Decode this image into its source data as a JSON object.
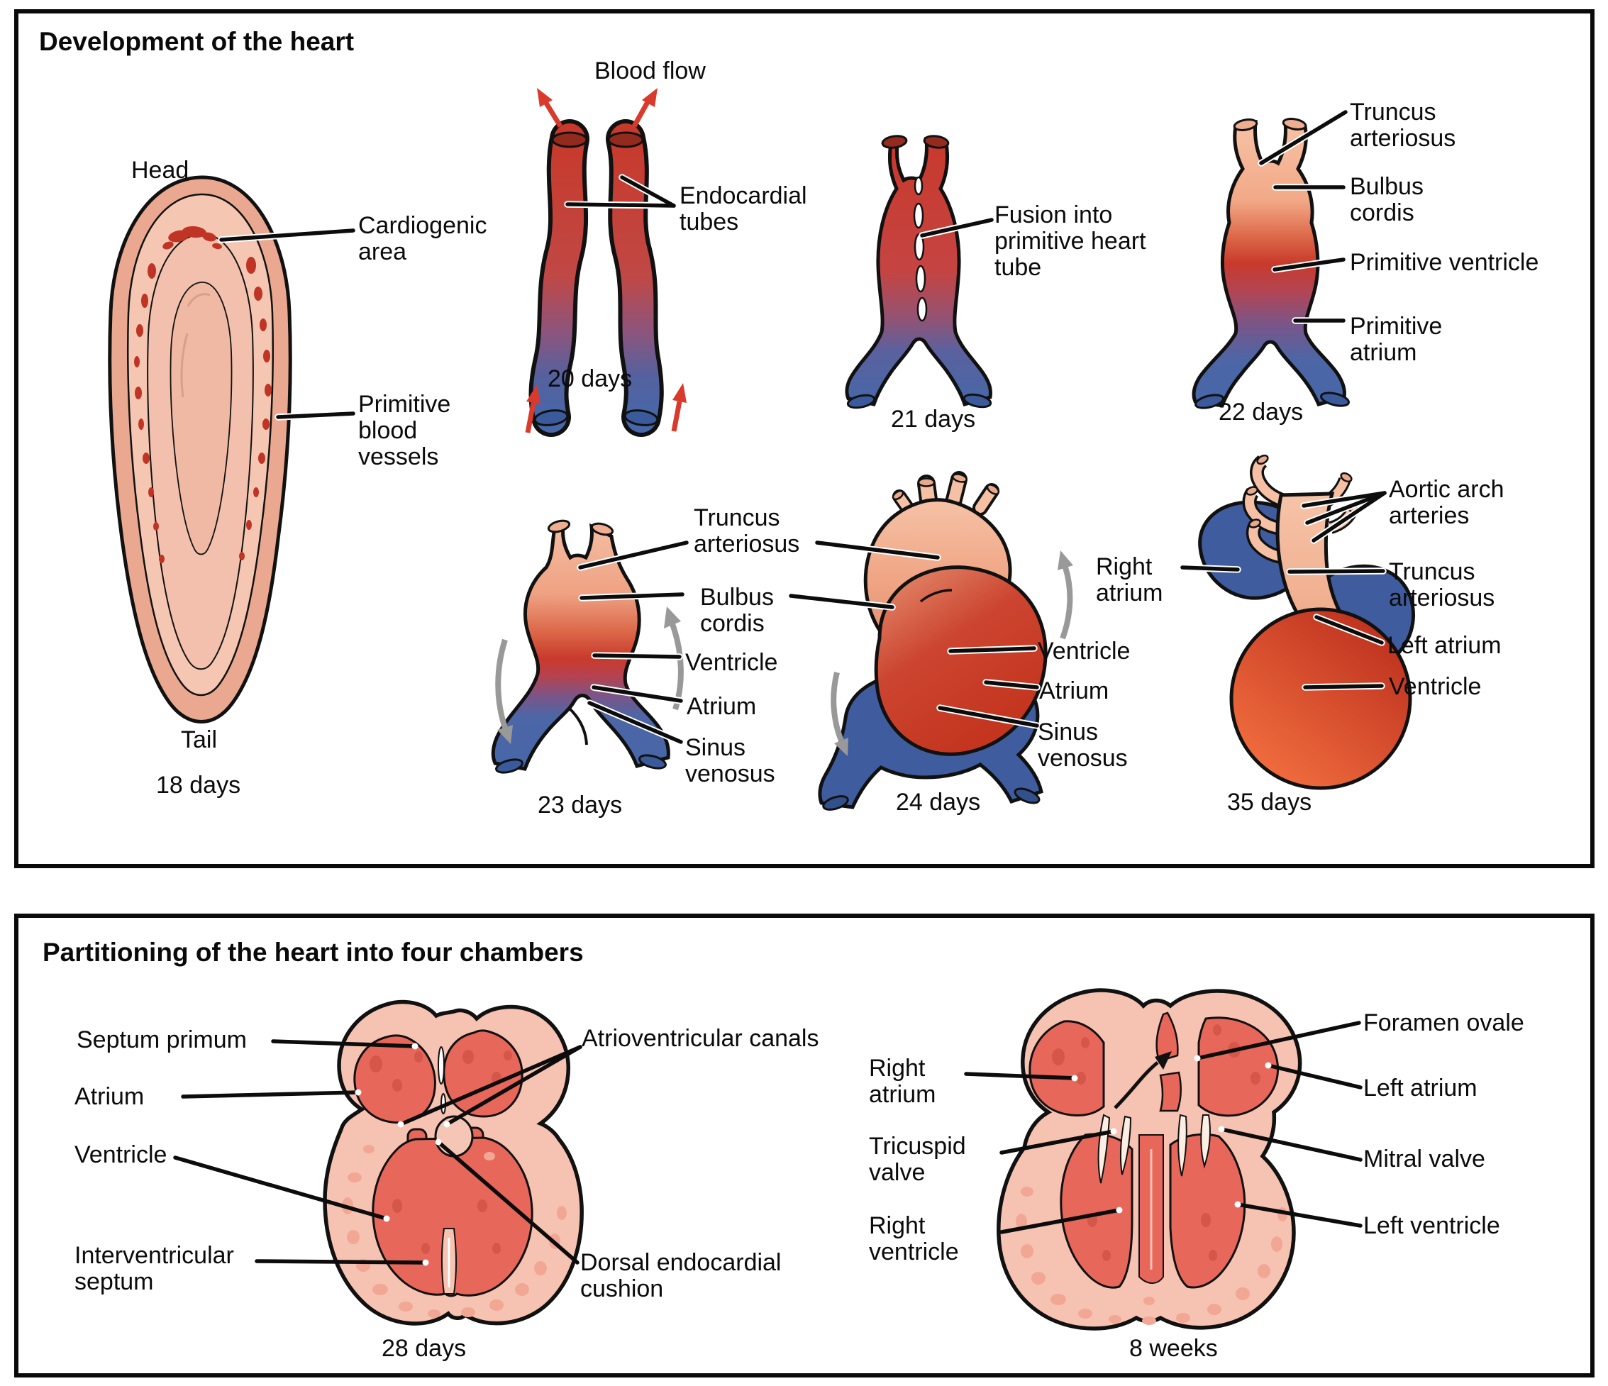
{
  "panel1": {
    "title": "Development of the heart",
    "d18": {
      "head": "Head",
      "cardiogenic_area": "Cardiogenic area",
      "primitive_blood_vessels": "Primitive blood vessels",
      "tail": "Tail",
      "caption": "18 days"
    },
    "d20": {
      "blood_flow": "Blood flow",
      "endocardial_tubes": "Endocardial tubes",
      "caption": "20 days"
    },
    "d21": {
      "fusion": "Fusion into primitive heart tube",
      "caption": "21 days"
    },
    "d22": {
      "truncus": "Truncus arteriosus",
      "bulbus": "Bulbus cordis",
      "primitive_ventricle": "Primitive ventricle",
      "primitive_atrium": "Primitive atrium",
      "caption": "22 days"
    },
    "d23": {
      "truncus": "Truncus arteriosus",
      "bulbus": "Bulbus cordis",
      "ventricle": "Ventricle",
      "atrium": "Atrium",
      "sinus_venosus": "Sinus venosus",
      "caption": "23 days"
    },
    "d24": {
      "ventricle": "Ventricle",
      "atrium": "Atrium",
      "sinus_venosus": "Sinus venosus",
      "caption": "24 days"
    },
    "d35": {
      "right_atrium": "Right atrium",
      "aortic_arch": "Aortic arch arteries",
      "truncus": "Truncus arteriosus",
      "left_atrium": "Left atrium",
      "ventricle": "Ventricle",
      "caption": "35 days"
    }
  },
  "panel2": {
    "title": "Partitioning of the heart into four chambers",
    "d28": {
      "septum_primum": "Septum primum",
      "atrium": "Atrium",
      "ventricle": "Ventricle",
      "interventricular_septum": "Interventricular septum",
      "av_canals": "Atrioventricular canals",
      "dorsal_cushion": "Dorsal endocardial cushion",
      "caption": "28 days"
    },
    "w8": {
      "foramen_ovale": "Foramen ovale",
      "right_atrium": "Right atrium",
      "left_atrium": "Left atrium",
      "tricuspid_valve": "Tricuspid valve",
      "mitral_valve": "Mitral valve",
      "right_ventricle": "Right ventricle",
      "left_ventricle": "Left ventricle",
      "caption": "8 weeks"
    }
  },
  "colors": {
    "arterial_red": "#C8392B",
    "venous_blue": "#4767A8",
    "truncus_peach": "#F5C1A5",
    "embryo_skin": "#F5C6B2",
    "embryo_rim": "#E9A88F",
    "chamber_red": "#E7675A",
    "wall_pink": "#F6C2B2",
    "rotation_arrow_gray": "#999999",
    "flow_arrow_red": "#D93A2B",
    "outline": "#111111"
  }
}
